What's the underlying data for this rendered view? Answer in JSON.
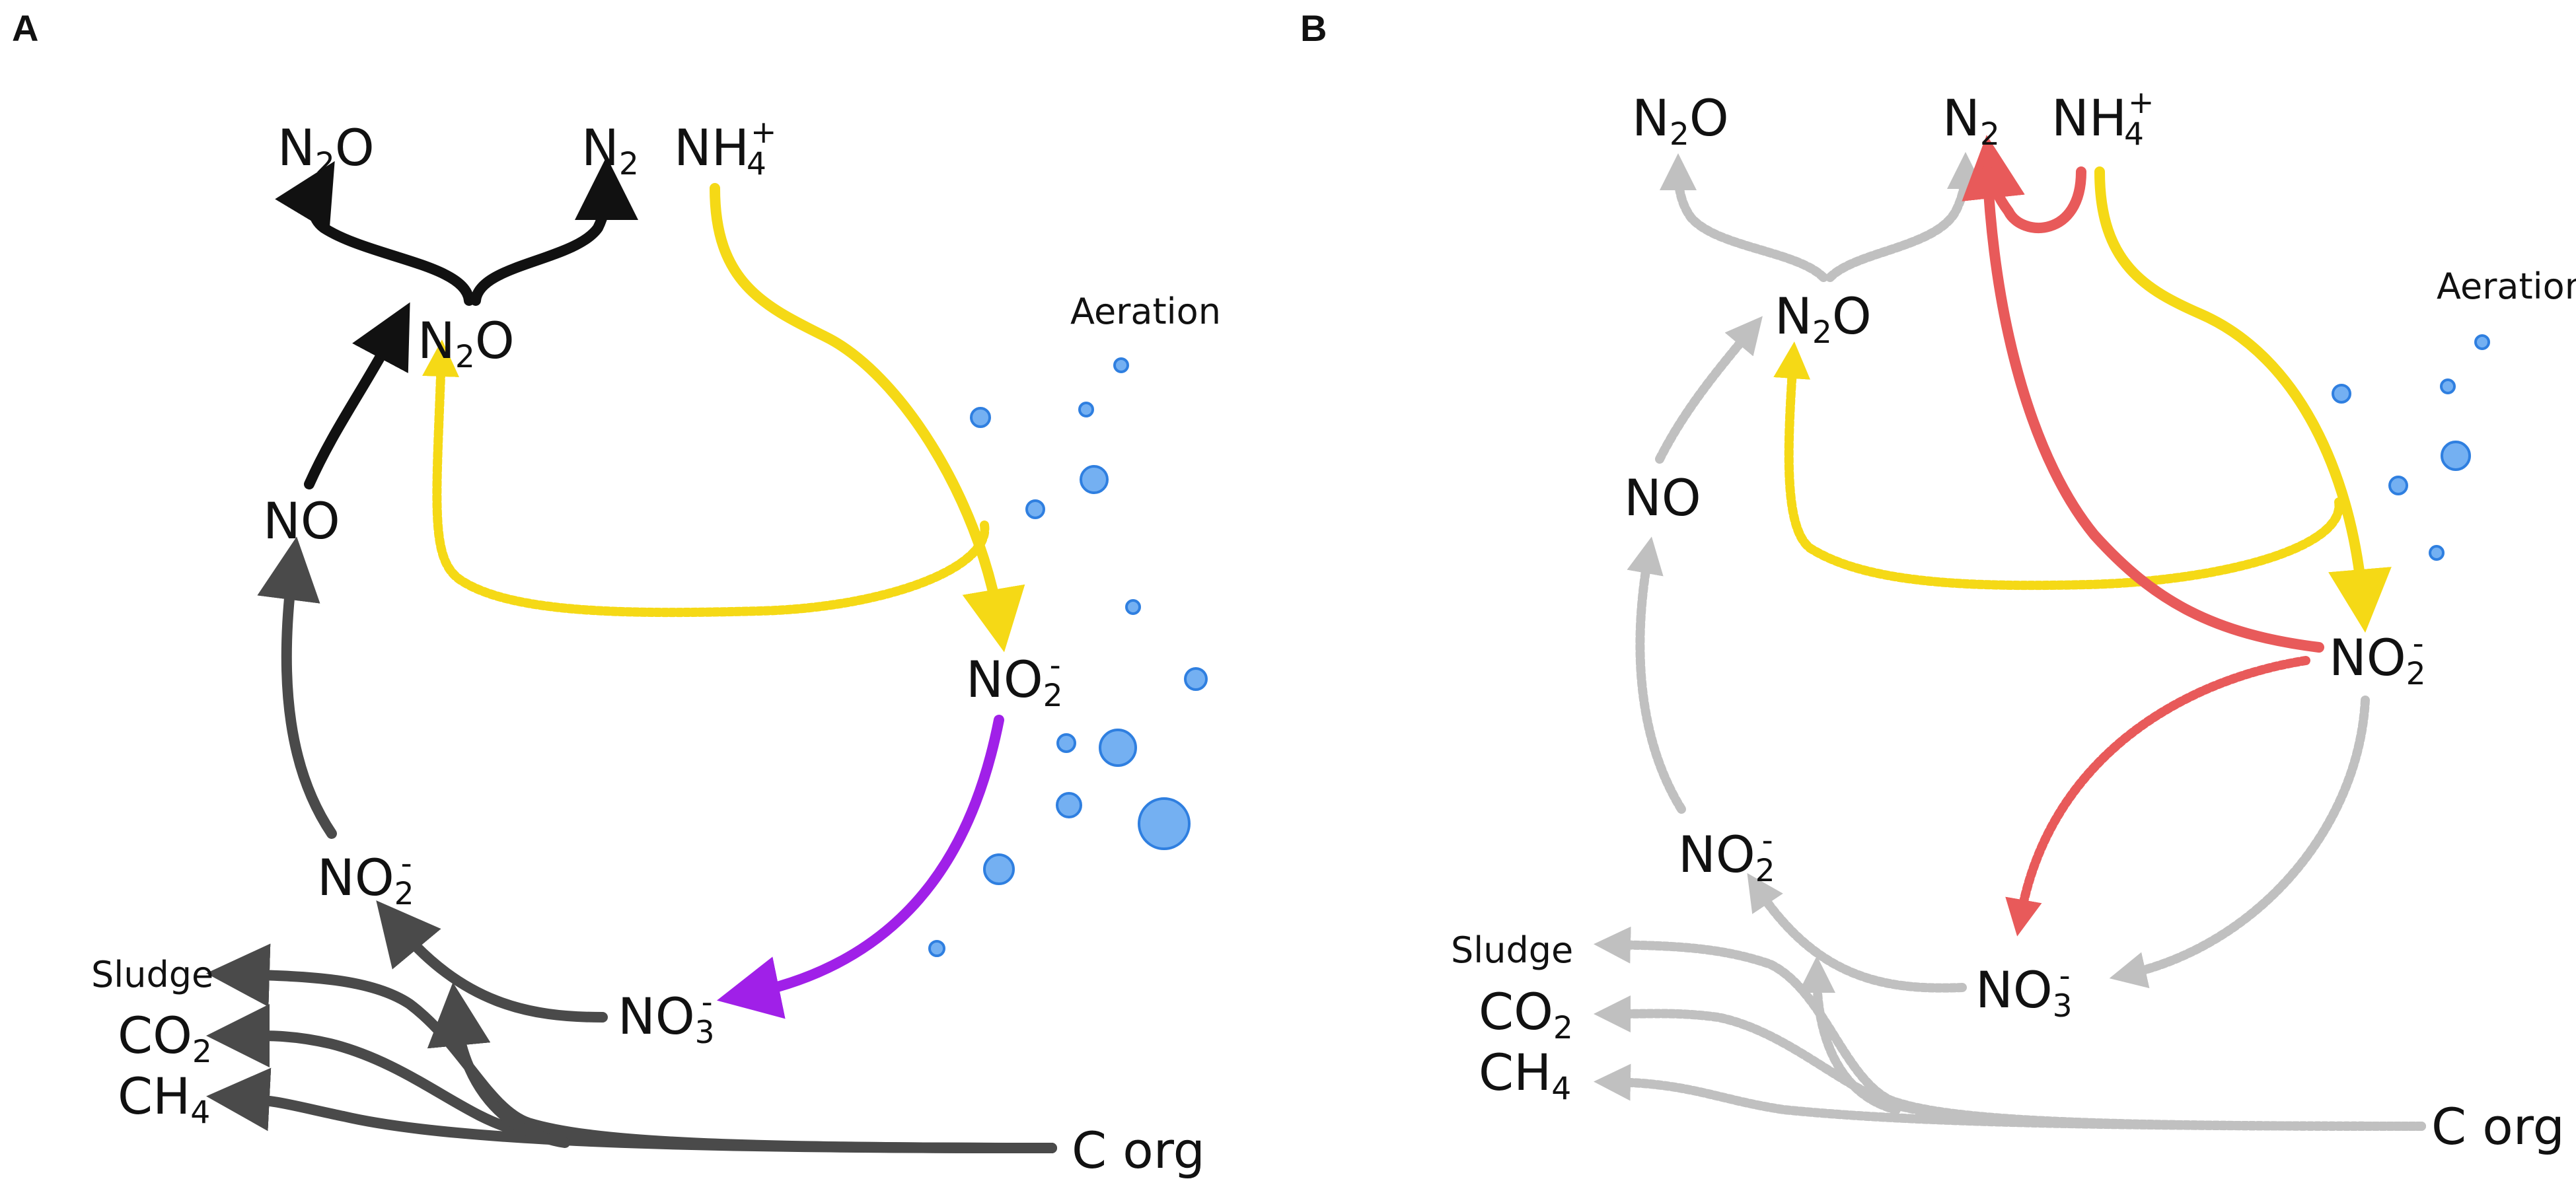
{
  "panels": {
    "a": {
      "letter": "A",
      "nodes": {
        "n2o_top": {
          "base": "N",
          "sub": "2",
          "tail": "O"
        },
        "n2": {
          "base": "N",
          "sub": "2"
        },
        "nh4": {
          "base": "NH",
          "sub": "4",
          "sup": "+"
        },
        "n2o_mid": {
          "base": "N",
          "sub": "2",
          "tail": "O"
        },
        "aeration": "Aeration",
        "no": "NO",
        "no2_right": {
          "base": "NO",
          "sub": "2",
          "sup": "-"
        },
        "no2_left": {
          "base": "NO",
          "sub": "2",
          "sup": "-"
        },
        "no3": {
          "base": "NO",
          "sub": "3",
          "sup": "-"
        },
        "sludge": "Sludge",
        "co2": {
          "base": "CO",
          "sub": "2"
        },
        "ch4": {
          "base": "CH",
          "sub": "4"
        },
        "corg": "C org"
      }
    },
    "b": {
      "letter": "B",
      "nodes": {
        "n2o_top": {
          "base": "N",
          "sub": "2",
          "tail": "O"
        },
        "n2": {
          "base": "N",
          "sub": "2"
        },
        "nh4": {
          "base": "NH",
          "sub": "4",
          "sup": "+"
        },
        "n2o_mid": {
          "base": "N",
          "sub": "2",
          "tail": "O"
        },
        "aeration": "Aeration",
        "no": "NO",
        "no2_right": {
          "base": "NO",
          "sub": "2",
          "sup": "-"
        },
        "no2_left": {
          "base": "NO",
          "sub": "2",
          "sup": "-"
        },
        "no3": {
          "base": "NO",
          "sub": "3",
          "sup": "-"
        },
        "sludge": "Sludge",
        "co2": {
          "base": "CO",
          "sub": "2"
        },
        "ch4": {
          "base": "CH",
          "sub": "4"
        },
        "corg": "C org"
      }
    }
  },
  "colors": {
    "black": "#111111",
    "darkgray": "#4a4a4a",
    "lightgray": "#c0c0c0",
    "yellow": "#f5d916",
    "purple": "#a020e8",
    "red": "#e85a5a",
    "bubble_fill": "#74b0f2",
    "bubble_stroke": "#2f7fe0"
  }
}
